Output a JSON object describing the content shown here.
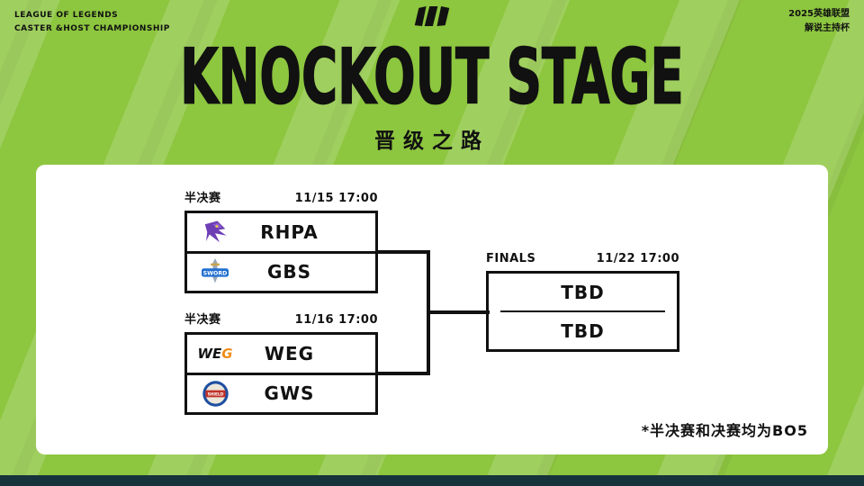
{
  "header": {
    "left_line1": "LEAGUE OF LEGENDS",
    "left_line2": "CASTER &HOST CHAMPIONSHIP",
    "right_line1": "2025英雄联盟",
    "right_line2": "解说主持杯"
  },
  "title": "KNOCKOUT STAGE",
  "subtitle": "晋级之路",
  "bracket": {
    "semifinal1": {
      "label": "半决赛",
      "datetime": "11/15 17:00",
      "teams": [
        {
          "name": "RHPA"
        },
        {
          "name": "GBS"
        }
      ]
    },
    "semifinal2": {
      "label": "半决赛",
      "datetime": "11/16 17:00",
      "teams": [
        {
          "name": "WEG"
        },
        {
          "name": "GWS"
        }
      ]
    },
    "finals": {
      "label": "FINALS",
      "datetime": "11/22 17:00",
      "teams": [
        {
          "name": "TBD"
        },
        {
          "name": "TBD"
        }
      ]
    }
  },
  "footnote": "*半决赛和决赛均为BO5",
  "logos": {
    "weg_we": "WE",
    "weg_g": "G",
    "gbs_text": "SWORD",
    "gws_text": "SHIELD"
  },
  "colors": {
    "background": "#8dc63f",
    "panel": "#ffffff",
    "ink": "#111111",
    "bottom_bar": "#17343c",
    "rhpa_purple": "#6e3fb4",
    "gbs_blue": "#1f6fd0",
    "gws_red": "#c03229",
    "gws_blue": "#1d4fa0",
    "weg_orange": "#f08c1b"
  }
}
